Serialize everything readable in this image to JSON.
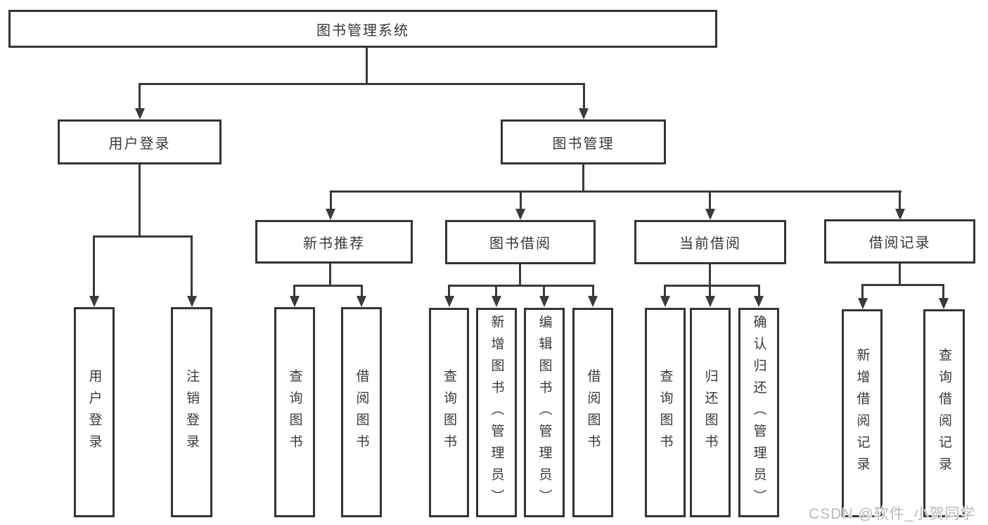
{
  "diagram": {
    "root": {
      "label": "图书管理系统"
    },
    "level2": [
      {
        "label": "用户登录"
      },
      {
        "label": "图书管理"
      }
    ],
    "level3": [
      {
        "label": "新书推荐"
      },
      {
        "label": "图书借阅"
      },
      {
        "label": "当前借阅"
      },
      {
        "label": "借阅记录"
      }
    ],
    "leaves": {
      "user_login": [
        {
          "label": "用户登录"
        },
        {
          "label": "注销登录"
        }
      ],
      "new_book": [
        {
          "label": "查询图书"
        },
        {
          "label": "借阅图书"
        }
      ],
      "book_borrow": [
        {
          "label": "查询图书"
        },
        {
          "label": "新增图书（管理员）"
        },
        {
          "label": "编辑图书（管理员）"
        },
        {
          "label": "借阅图书"
        }
      ],
      "current_borrow": [
        {
          "label": "查询图书"
        },
        {
          "label": "归还图书"
        },
        {
          "label": "确认归还（管理员）"
        }
      ],
      "borrow_record": [
        {
          "label": "新增借阅记录"
        },
        {
          "label": "查询借阅记录"
        }
      ]
    },
    "watermark": "CSDN @软件_小贺同学",
    "colors": {
      "line": "#3a3a3a",
      "border": "#343434",
      "text": "#383838",
      "watermark": "#b9b9b9",
      "background": "#ffffff"
    }
  }
}
